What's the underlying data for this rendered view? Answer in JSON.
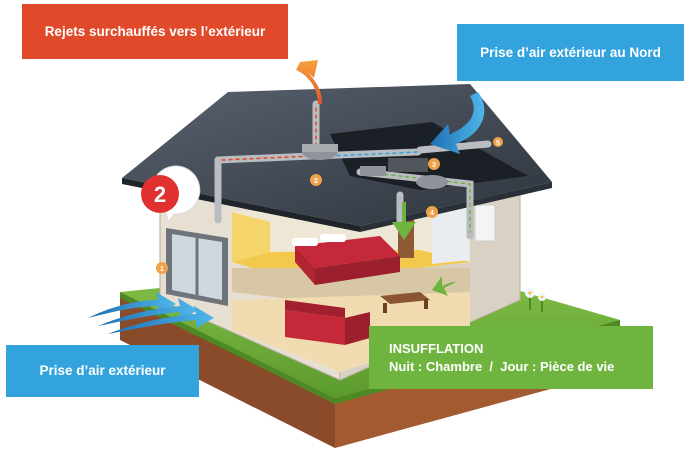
{
  "callouts": {
    "rejets": "Rejets surchauffés vers l’extérieur",
    "prise_nord": "Prise d’air extérieur au Nord",
    "prise_exterieur": "Prise d’air extérieur",
    "insufflation_title": "INSUFFLATION",
    "insufflation_detail": "Nuit : Chambre  /  Jour : Pièce de vie"
  },
  "step_badge": "2",
  "markers": [
    "1",
    "2",
    "3",
    "4",
    "5"
  ],
  "colors": {
    "red": "#e04a2a",
    "blue": "#32a3dc",
    "green": "#6fb43f",
    "roof": "#3d4450",
    "wall": "#e8e2d6",
    "duct": "#b9bcc0",
    "marker_orange": "#f0a24a"
  },
  "icons": {
    "exhaust_arrow": "curved-up-arrow-icon",
    "intake_arrow": "curved-down-arrow-icon",
    "inflow_arrows": "wind-arrows-icon",
    "supply_arrows": "down-arrow-icon"
  }
}
